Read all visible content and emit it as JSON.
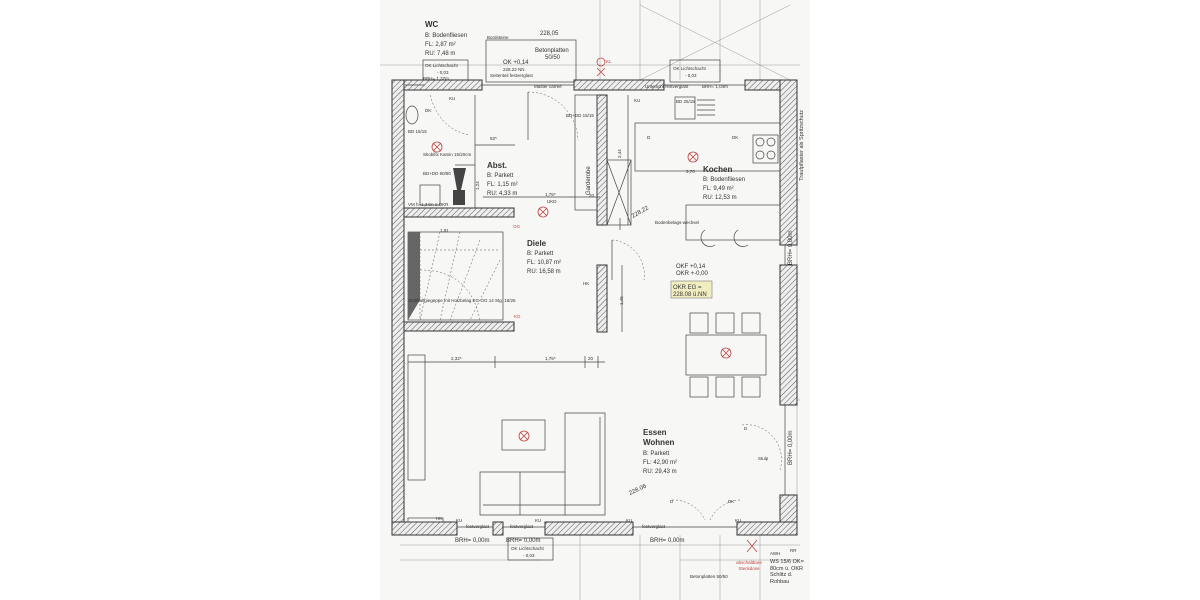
{
  "rooms": {
    "wc": {
      "name": "WC",
      "floor": "B: Bodenfliesen",
      "area": "FL: 2,87 m²",
      "perimeter": "RU: 7,48 m"
    },
    "abst": {
      "name": "Abst.",
      "floor": "B: Parkett",
      "area": "FL: 1,15 m²",
      "perimeter": "RU: 4,33 m"
    },
    "kochen": {
      "name": "Kochen",
      "floor": "B: Bodenfliesen",
      "area": "FL: 9,49 m²",
      "perimeter": "RU: 12,53 m"
    },
    "diele": {
      "name": "Diele",
      "floor": "B: Parkett",
      "area": "FL: 10,87 m²",
      "perimeter": "RU: 16,58 m"
    },
    "essen_wohnen": {
      "name1": "Essen",
      "name2": "Wohnen",
      "floor": "B: Parkett",
      "area": "FL: 42,90 m²",
      "perimeter": "RU: 29,43 m"
    }
  },
  "labels": {
    "bordsteine": "Bordsteine",
    "level_top": "228,05",
    "betonplatten": "Betonplatten",
    "betonplatten_size": "50/50",
    "ok_entry": "OK +0,14",
    "ok_entry_nn": "228.22 NN",
    "seitenteil": "Seitenteil festverglast",
    "master_carree": "Master carreé",
    "lichtschacht": "OK Lichtschacht",
    "lichtschacht_val": "- 0,03",
    "brh_wc": "BRH= 1,37m",
    "brh_kitchen": "BRH= 1,04m",
    "unterlicht": "Unterlicht festverglast",
    "kl": "KL",
    "dk": "DK",
    "d": "D",
    "ku": "KU",
    "bd_15": "BD 15/15",
    "bd_25": "BD 25/15",
    "bd_dd": "BD+DD 15/15",
    "skobifix": "Skobifix Kamin 15/20cm",
    "bd_dd_9090": "BD+DD 90/90",
    "vm": "VM h=1,34m ü.OKR",
    "garderobe": "Garderobe",
    "dim_244": "2,44",
    "dim_92": "92⁵",
    "dim_124": "1,24",
    "dim_175_top": "1,75⁵",
    "ukd": "UKD",
    "dim_20": "20",
    "dim_370": "3,70",
    "level_2822": "228,22",
    "bodenbelag": "Bodenbelags-wechsel",
    "dim_181": "1,81",
    "dim_145": "1,45",
    "dim_232": "2,32⁵",
    "dim_175": "1,75⁵",
    "dim_20b": "20",
    "okf": "OKF +0,14",
    "okr": "OKR +-0,00",
    "okr_eg_1": "OKR EG =",
    "okr_eg_2": "228.08 ü.NN",
    "stair": "Stahlfaltgiegeppe mit Holzbelag EG-OG 14 Stg. 18/26",
    "og": "OG",
    "kg": "KG",
    "hk": "HK",
    "festverglast": "festverglast",
    "brh_000": "BRH= 0,00m",
    "level_2806": "228.06",
    "stulp": "Stulp",
    "traufpflaster": "Traufpflaster als Spritzschutz",
    "rr": "RR",
    "awh": "AWH",
    "ws": "WS 15/6 OK= 80cm ü. OKR Schlitz d. Rohbau",
    "abschaltbare": "abschaltbare Steckdose",
    "betonplatten_bottom": "Betonplatten 50/50"
  },
  "colors": {
    "electrical": "#b44444",
    "lines": "#444444",
    "paper": "#f7f7f5",
    "label_bg": "#f0edc0"
  }
}
